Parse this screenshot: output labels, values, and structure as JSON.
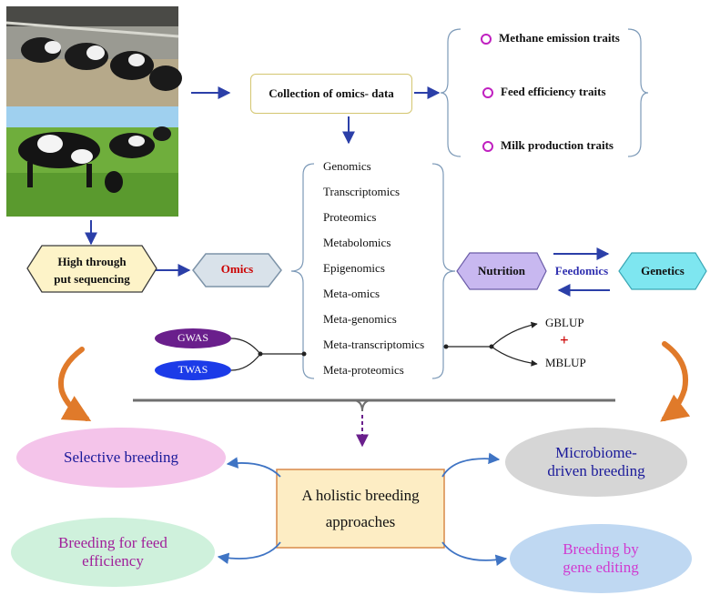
{
  "photos": {
    "top": {
      "name": "cows-in-barn-photo"
    },
    "bottom": {
      "name": "cows-grazing-photo"
    }
  },
  "collection": {
    "label": "Collection of omics- data"
  },
  "traits": [
    {
      "label": "Methane emission traits"
    },
    {
      "label": "Feed efficiency traits"
    },
    {
      "label": "Milk production traits"
    }
  ],
  "sequencing": {
    "label_line1": "High through",
    "label_line2": "put sequencing"
  },
  "omics": {
    "label": "Omics",
    "color": "#cc0000"
  },
  "omics_list": [
    "Genomics",
    "Transcriptomics",
    "Proteomics",
    "Metabolomics",
    "Epigenomics",
    "Meta-omics",
    "Meta-genomics",
    "Meta-transcriptomics",
    "Meta-proteomics"
  ],
  "nutrition": {
    "label": "Nutrition",
    "color": "#c8b8f0"
  },
  "feedomics": {
    "label": "Feedomics",
    "color": "#3030b0"
  },
  "genetics": {
    "label": "Genetics",
    "color": "#7ee6f0"
  },
  "gwas": {
    "label": "GWAS",
    "color": "#6a1f8c"
  },
  "twas": {
    "label": "TWAS",
    "color": "#1c3be8"
  },
  "gblup": {
    "label": "GBLUP"
  },
  "plus": {
    "label": "+"
  },
  "mblup": {
    "label": "MBLUP"
  },
  "holistic": {
    "line1": "A holistic breeding",
    "line2": "approaches"
  },
  "outcomes": {
    "selective": {
      "label": "Selective breeding"
    },
    "microbiome": {
      "line1": "Microbiome-",
      "line2": "driven breeding"
    },
    "feed": {
      "line1": "Breeding for feed",
      "line2": "efficiency"
    },
    "gene": {
      "line1": "Breeding by",
      "line2": "gene editing"
    }
  }
}
